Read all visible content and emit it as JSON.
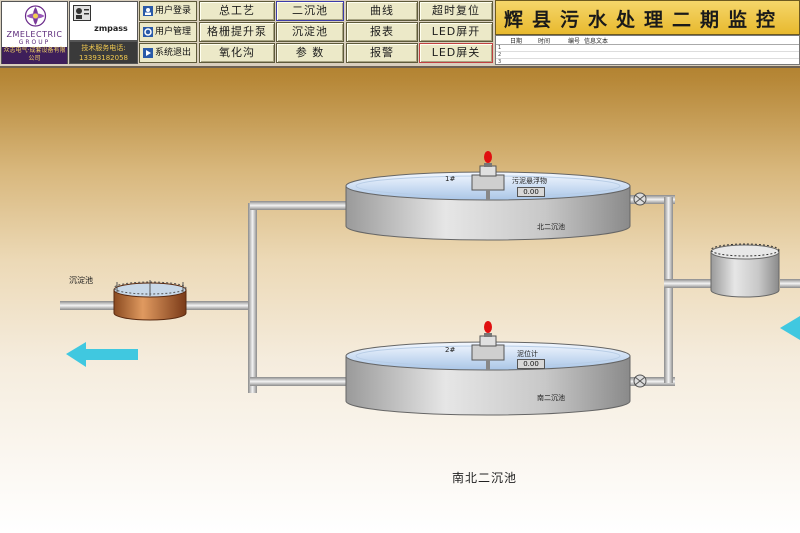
{
  "header": {
    "logo_text": "ZMELECTRIC",
    "logo_group": "GROUP",
    "logo_company": "众志电气·成套设备有限公司",
    "user_name": "zmpass",
    "hotline_label": "技术服务电话:",
    "hotline_number": "13393182058",
    "title": "辉县污水处理二期监控"
  },
  "user_buttons": [
    {
      "label": "用户登录",
      "icon": "user-login-icon"
    },
    {
      "label": "用户管理",
      "icon": "user-manage-icon"
    },
    {
      "label": "系统退出",
      "icon": "exit-icon"
    }
  ],
  "nav": {
    "row1": [
      "总工艺",
      "二沉池",
      "曲线",
      "超时复位"
    ],
    "row2": [
      "格栅提升泵",
      "沉淀池",
      "报表",
      "LED屏开"
    ],
    "row3": [
      "氧化沟",
      "参 数",
      "报警",
      "LED屏关"
    ],
    "active": "二沉池"
  },
  "alarm": {
    "columns": [
      "日期",
      "时间",
      "编号",
      "信息文本"
    ],
    "rows": [
      "1",
      "2",
      "3"
    ]
  },
  "process": {
    "left_label": "沉淀池",
    "north_tank": {
      "name": "北二沉池",
      "id": "1#",
      "sensor": "污泥悬浮物",
      "value": "0.00"
    },
    "south_tank": {
      "name": "南二沉池",
      "id": "2#",
      "sensor": "泥位计",
      "value": "0.00"
    },
    "caption": "南北二沉池"
  },
  "colors": {
    "arrow": "#40c8e0",
    "title_bg": "#f0c850",
    "indicator_red": "#e01010"
  }
}
